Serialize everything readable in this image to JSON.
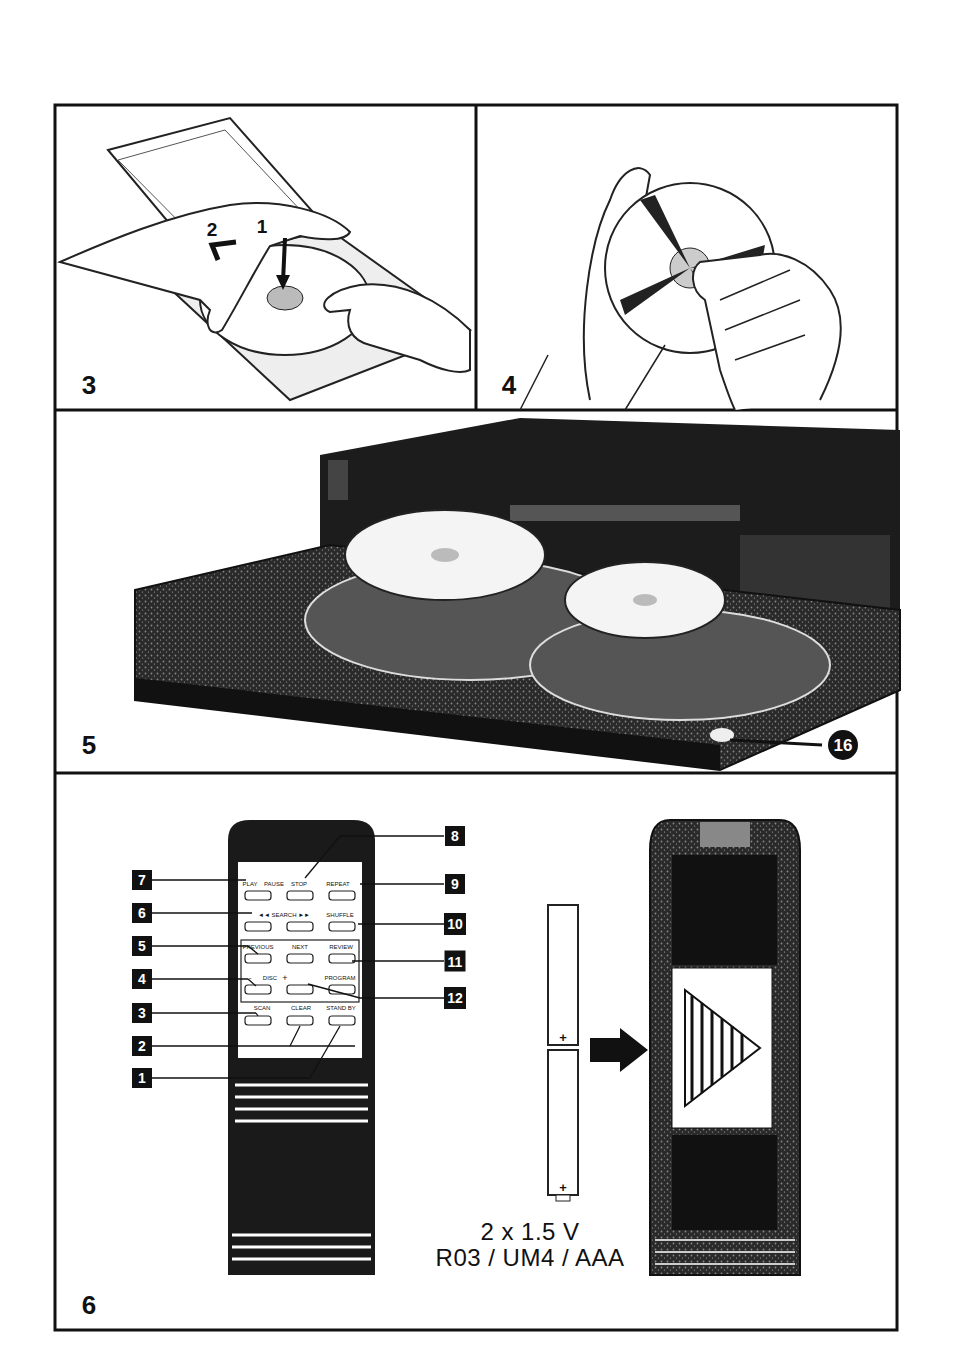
{
  "diagram": {
    "nodes": [
      {
        "text": [
          "16"
        ]
      },
      {
        "text": [
          "8"
        ]
      },
      {
        "text": [
          "7"
        ]
      },
      {
        "text": [
          "9"
        ]
      },
      {
        "text": [
          "6"
        ]
      },
      {
        "text": [
          "10"
        ]
      },
      {
        "text": [
          "5"
        ]
      },
      {
        "text": [
          "11"
        ]
      },
      {
        "text": [
          "4"
        ]
      },
      {
        "text": [
          "12"
        ]
      },
      {
        "text": [
          "3"
        ]
      },
      {
        "text": [
          "2"
        ]
      },
      {
        "text": [
          "1"
        ]
      }
    ],
    "labels": [
      "2",
      "1",
      "3",
      "4",
      "5",
      "PLAY",
      "PAUSE",
      "STOP",
      "REPEAT",
      "◄◄ SEARCH ►►",
      "SHUFFLE",
      "PREVIOUS",
      "NEXT",
      "REVIEW",
      "-",
      "DISC",
      "+",
      "PROGRAM",
      "SCAN",
      "CLEAR",
      "STAND BY",
      "+",
      "+",
      "2 x 1.5 V",
      "R03 / UM4 / AAA",
      "6"
    ]
  }
}
